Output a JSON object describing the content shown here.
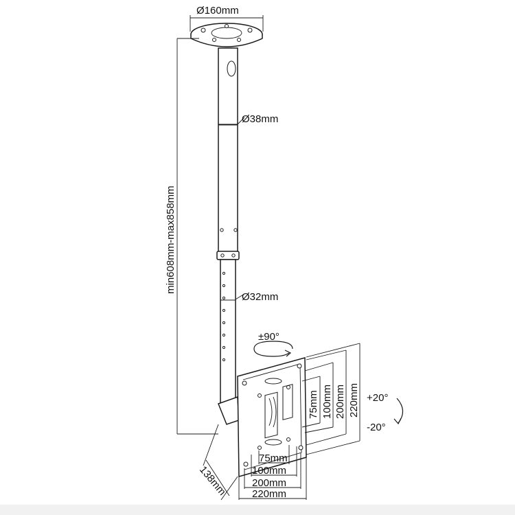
{
  "labels": {
    "base_diameter": "Ø160mm",
    "upper_tube_diameter": "Ø38mm",
    "lower_tube_diameter": "Ø32mm",
    "height_range": "min608mm-max858mm",
    "swivel": "±90°",
    "tilt_up": "+20°",
    "tilt_down": "-20°",
    "depth": "138mm",
    "h_75": "75mm",
    "h_100": "100mm",
    "h_200": "200mm",
    "h_220": "220mm",
    "v_75": "75mm",
    "v_100": "100mm",
    "v_200": "200mm",
    "v_220": "220mm"
  }
}
